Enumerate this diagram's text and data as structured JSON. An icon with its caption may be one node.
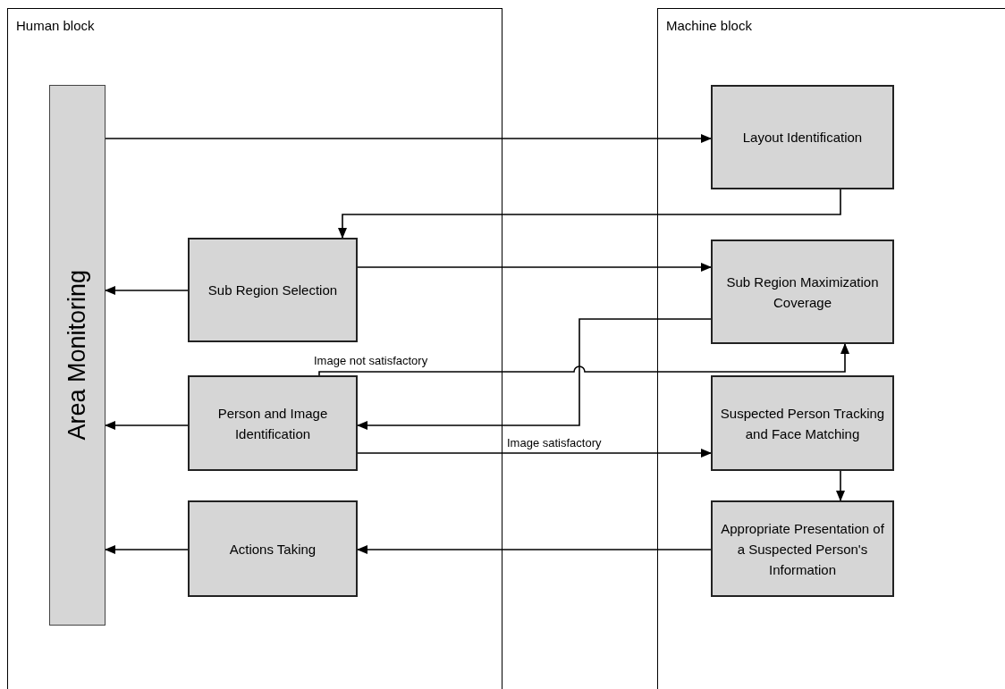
{
  "diagram": {
    "nodes": [
      {
        "text": [
          "Human block"
        ]
      },
      {
        "text": [
          "Area Monitoring"
        ],
        "in": 0
      },
      {
        "text": [
          "Sub Region Selection"
        ],
        "in": 0
      },
      {
        "text": [
          "Person and Image Identification"
        ],
        "in": 0
      },
      {
        "text": [
          "Actions Taking"
        ],
        "in": 0
      },
      {
        "text": [
          "Machine block"
        ]
      },
      {
        "text": [
          "Layout Identification"
        ],
        "in": 5
      },
      {
        "text": [
          "Sub Region Maximization Coverage"
        ],
        "in": 5
      },
      {
        "text": [
          "Suspected Person Tracking and Face Matching"
        ],
        "in": 5
      },
      {
        "text": [
          "Appropriate Presentation of a Suspected Person's Information"
        ],
        "in": 5
      }
    ],
    "edges": [
      {
        "from": 1,
        "to": 6,
        "arrow": "to"
      },
      {
        "from": 6,
        "to": 2,
        "arrow": "to"
      },
      {
        "from": 2,
        "to": 7,
        "arrow": "to"
      },
      {
        "from": 2,
        "to": 1,
        "arrow": "to"
      },
      {
        "from": 3,
        "to": 7,
        "arrow": "to",
        "label": "Image not satisfactory"
      },
      {
        "from": 7,
        "to": 3,
        "arrow": "to"
      },
      {
        "from": 3,
        "to": 1,
        "arrow": "to"
      },
      {
        "from": 3,
        "to": 8,
        "arrow": "to",
        "label": "Image satisfactory"
      },
      {
        "from": 8,
        "to": 9,
        "arrow": "to"
      },
      {
        "from": 9,
        "to": 4,
        "arrow": "to"
      },
      {
        "from": 4,
        "to": 1,
        "arrow": "to"
      }
    ]
  }
}
